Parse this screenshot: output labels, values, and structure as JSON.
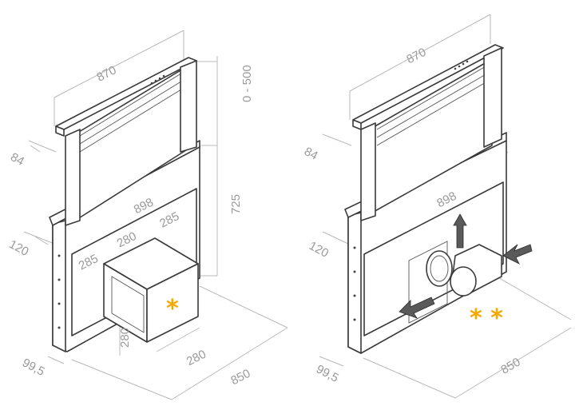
{
  "figures": [
    {
      "id": "left",
      "dimensions": {
        "width": "870",
        "depth": "84",
        "lift": "0 - 500",
        "inner_width": "898",
        "height": "725",
        "offset_120": "120",
        "offset_285a": "285",
        "offset_280": "280",
        "offset_285b": "285",
        "box_height": "280",
        "box_depth": "280",
        "side_depth": "850",
        "base_offset": "99,5"
      },
      "marker": "*"
    },
    {
      "id": "right",
      "dimensions": {
        "width": "870",
        "depth": "84",
        "inner_width": "898",
        "offset_120": "120",
        "side_depth": "850",
        "base_offset": "99,5"
      },
      "marker": "* *"
    }
  ],
  "colors": {
    "outline": "#3a3a3a",
    "dimension": "#9a9a9a",
    "marker": "#f5a800",
    "arrow": "#5a5a5a"
  }
}
